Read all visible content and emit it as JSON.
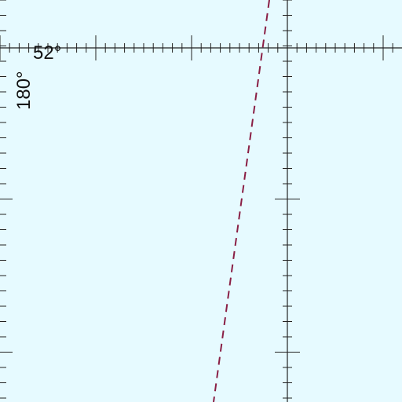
{
  "colors": {
    "background": "#e6faff",
    "graticule": "#222222",
    "boundary_line": "#8a1f45"
  },
  "labels": {
    "latitude": "52°",
    "longitude": "180°"
  },
  "features": {
    "boundary_line_style": "dashed"
  }
}
